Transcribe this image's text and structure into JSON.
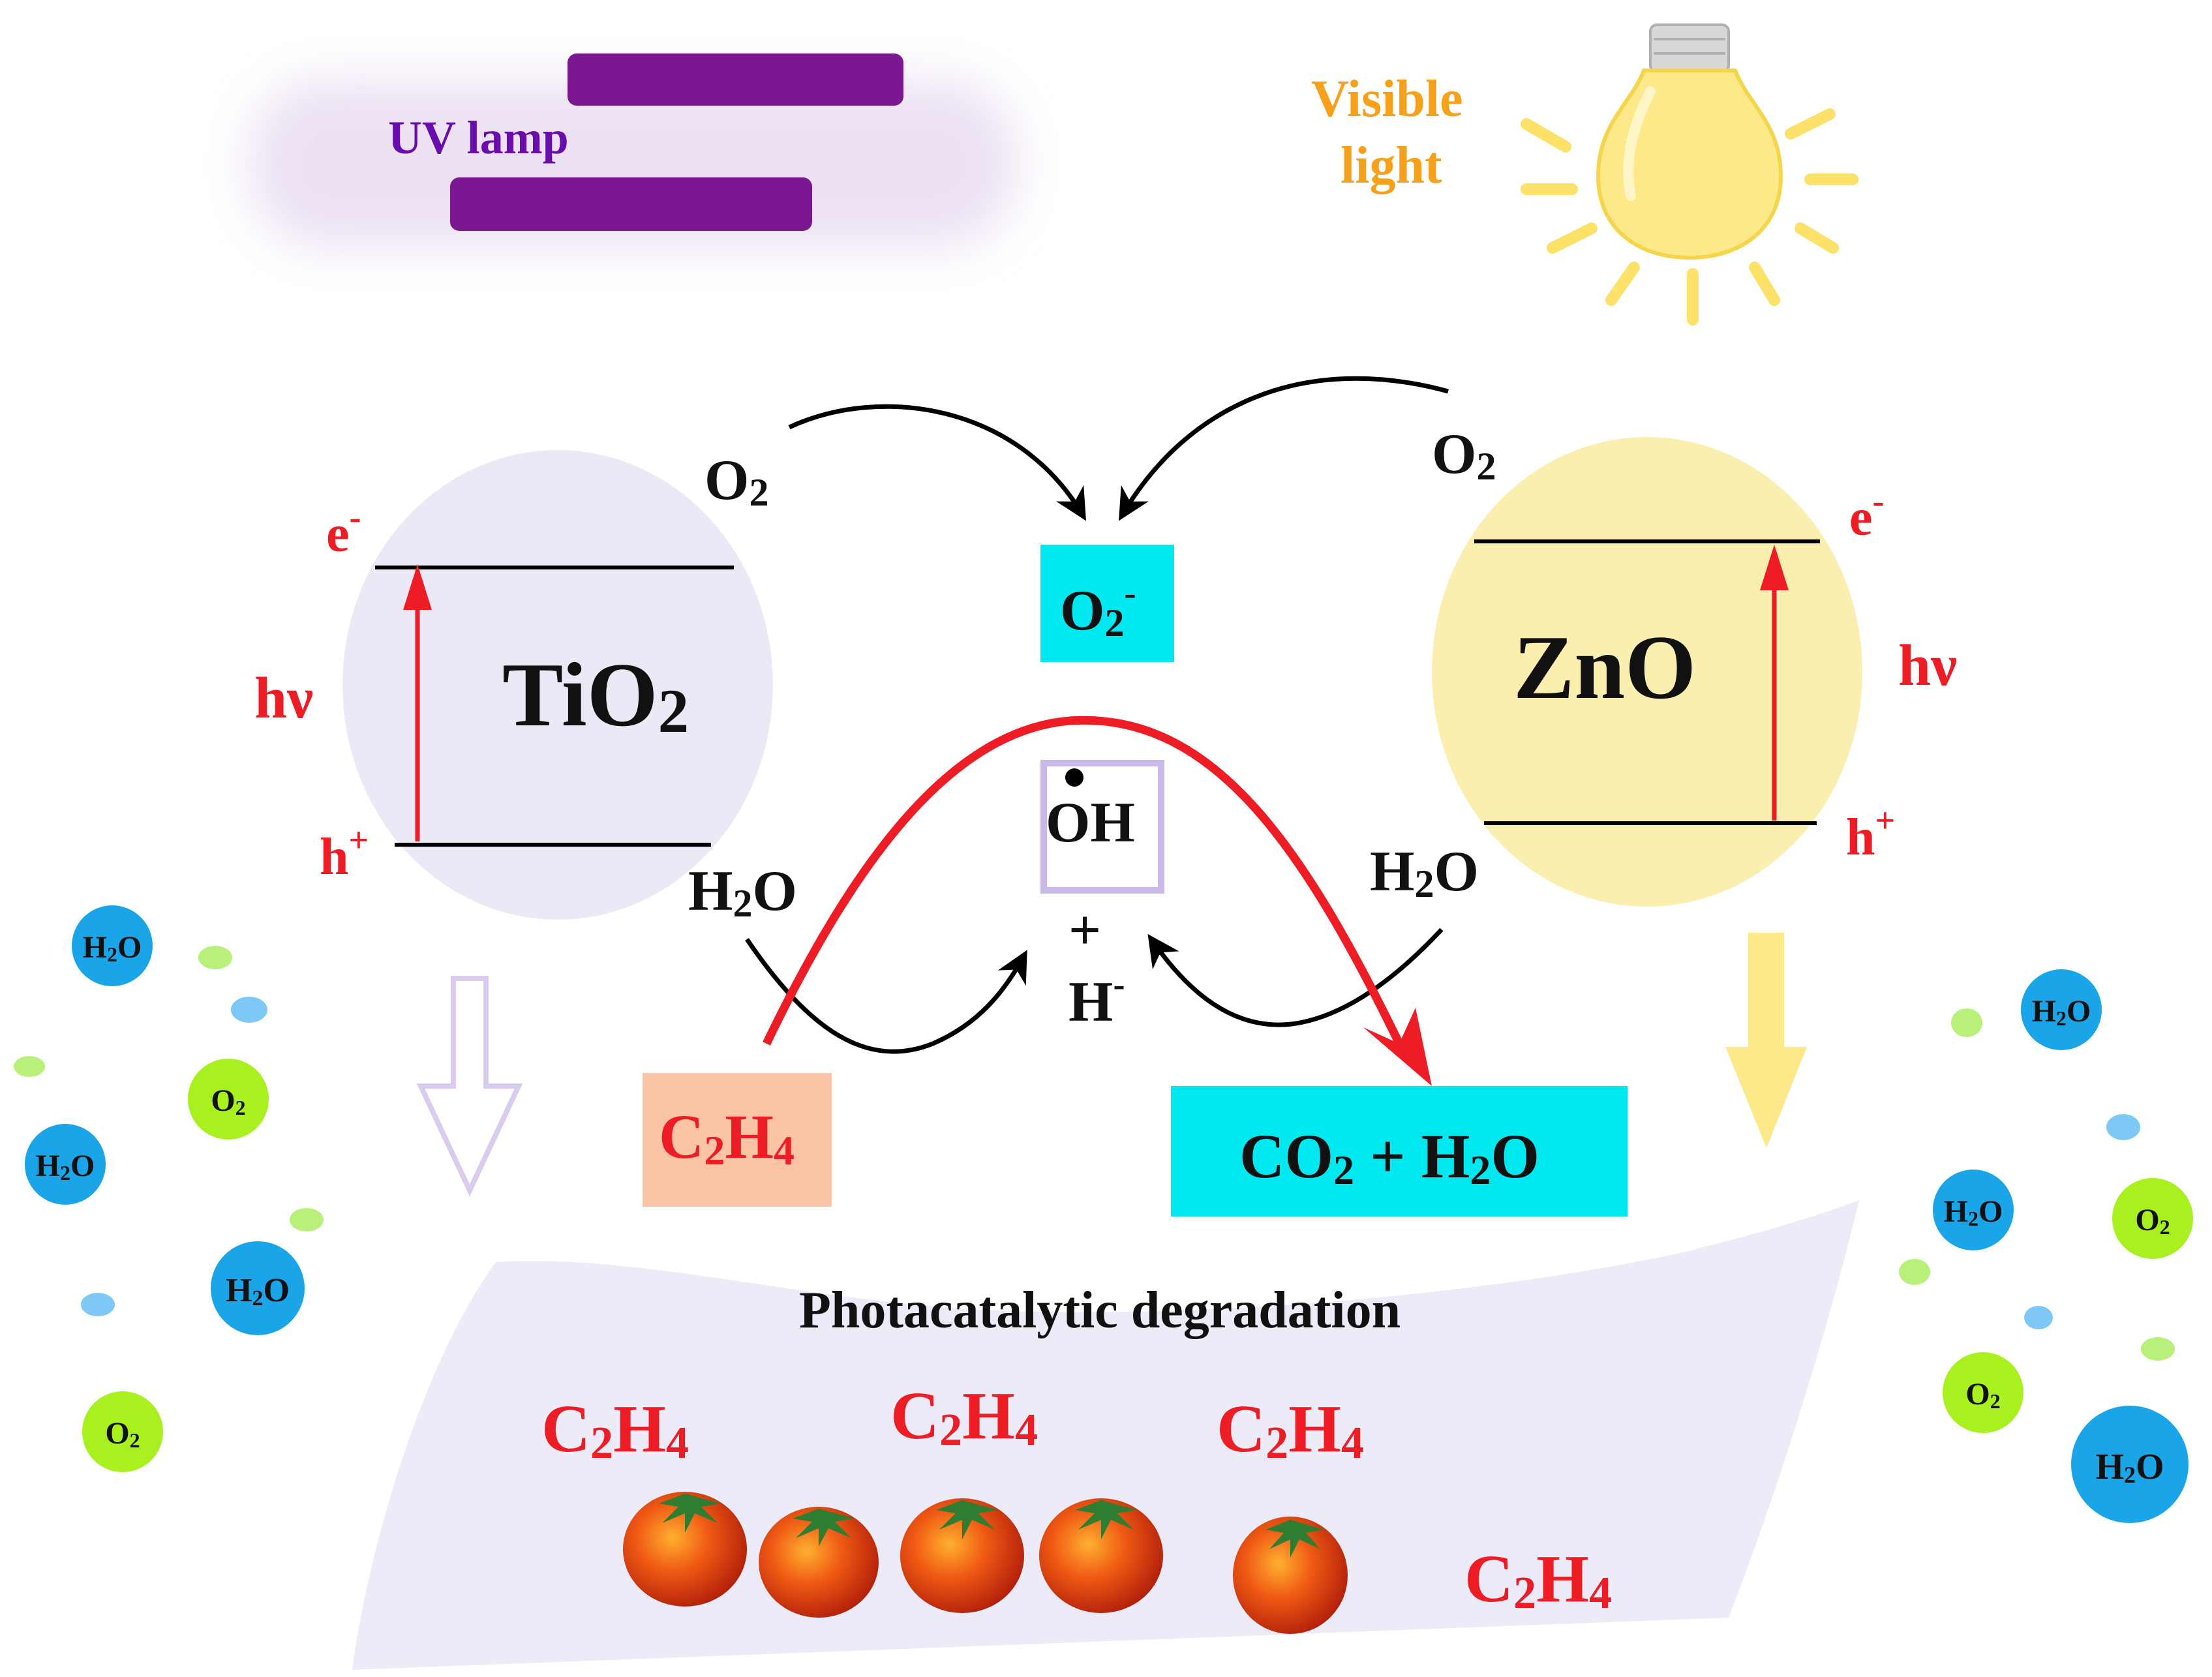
{
  "lamps": {
    "uv_label": "UV lamp",
    "visible_label_line1": "Visible",
    "visible_label_line2": "light"
  },
  "tio2": {
    "name": "TiO",
    "name_sub": "2",
    "electron": "e",
    "electron_sup": "-",
    "hole": "h",
    "hole_sup": "+",
    "photon": "hν"
  },
  "zno": {
    "name": "ZnO",
    "electron": "e",
    "electron_sup": "-",
    "hole": "h",
    "hole_sup": "+",
    "photon": "hν"
  },
  "reactions": {
    "o2_left": "O",
    "o2_left_sub": "2",
    "o2_right": "O",
    "o2_right_sub": "2",
    "superoxide": "O",
    "superoxide_sub": "2",
    "superoxide_sup": "-",
    "hydroxyl": "OH",
    "plus": "+",
    "h_minus": "H",
    "h_minus_sup": "-",
    "h2o_left": "H",
    "h2o_left_sub": "2",
    "h2o_left_tail": "O",
    "h2o_right": "H",
    "h2o_right_sub": "2",
    "h2o_right_tail": "O",
    "ethylene": "C",
    "ethylene_sub1": "2",
    "ethylene_mid": "H",
    "ethylene_sub2": "4",
    "products_a": "CO",
    "products_a_sub": "2",
    "products_plus": " + H",
    "products_b_sub": "2",
    "products_b_tail": "O"
  },
  "bottom": {
    "caption": "Photacatalytic degradation",
    "ethylene_labels": [
      {
        "c": "C",
        "s1": "2",
        "h": "H",
        "s2": "4"
      },
      {
        "c": "C",
        "s1": "2",
        "h": "H",
        "s2": "4"
      },
      {
        "c": "C",
        "s1": "2",
        "h": "H",
        "s2": "4"
      },
      {
        "c": "C",
        "s1": "2",
        "h": "H",
        "s2": "4"
      }
    ]
  },
  "molecules": {
    "h2o_text": "H",
    "h2o_sub": "2",
    "h2o_tail": "O",
    "o2_text": "O",
    "o2_sub": "2"
  },
  "colors": {
    "uv_purple": "#7a1791",
    "uv_label": "#6a0dad",
    "visible_orange": "#f7a11a",
    "bulb_yellow": "#fde98a",
    "red": "#ee1c25",
    "cyan": "#00e8f0",
    "ethylene_box": "#fbc4a4",
    "h2o_blue": "#1aa5e8",
    "o2_green": "#a8f01e",
    "tio2_circle": "#ece9f7",
    "zno_circle": "#fbefb0"
  }
}
